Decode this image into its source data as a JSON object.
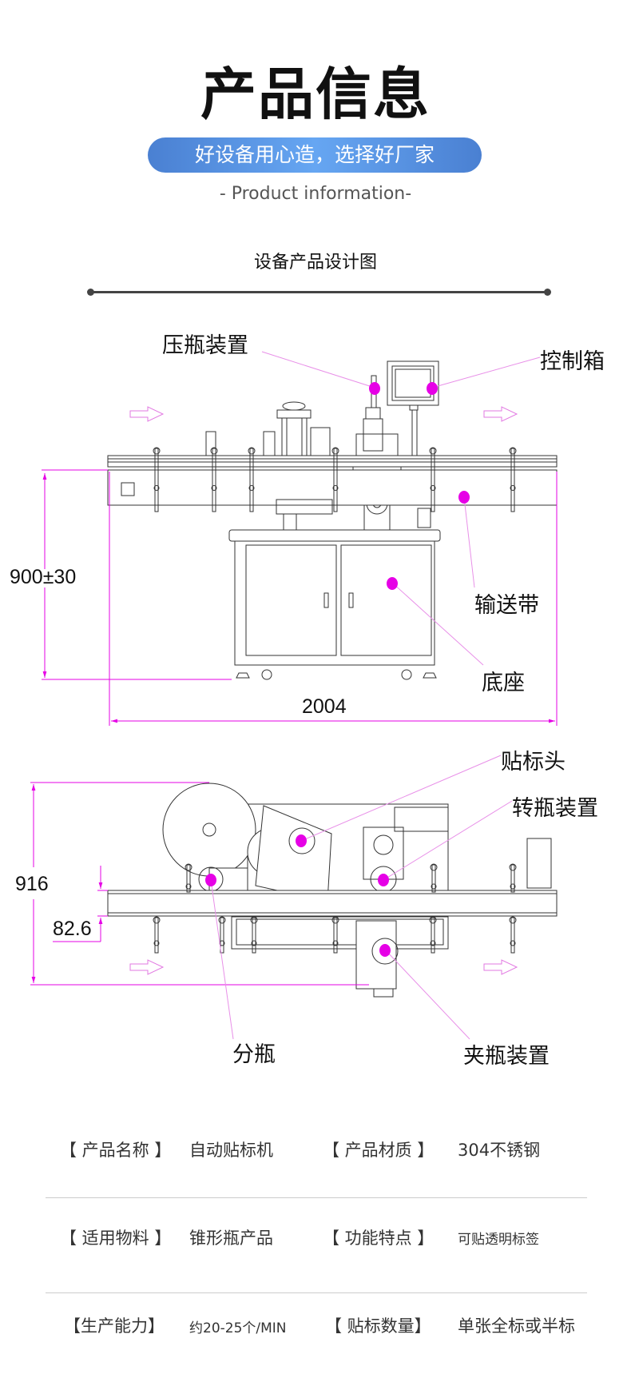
{
  "header": {
    "title": "产品信息",
    "slogan": "好设备用心造，选择好厂家",
    "subtitle": "- Product information-",
    "section_title": "设备产品设计图"
  },
  "front_view": {
    "labels": {
      "press_bottle": "压瓶装置",
      "control_box": "控制箱",
      "conveyor": "输送带",
      "base": "底座"
    },
    "dimensions": {
      "height": "900±30",
      "length": "2004"
    }
  },
  "top_view": {
    "labels": {
      "labeling_head": "贴标头",
      "bottle_rotating": "转瓶装置",
      "bottle_separating": "分瓶",
      "bottle_clamping": "夹瓶装置"
    },
    "dimensions": {
      "width": "916",
      "offset": "82.6"
    }
  },
  "specs": [
    {
      "label": "【 产品名称 】",
      "value": "自动贴标机"
    },
    {
      "label": "【 产品材质 】",
      "value": "304不锈钢"
    },
    {
      "label": "【 适用物料 】",
      "value": "锥形瓶产品"
    },
    {
      "label": "【 功能特点 】",
      "value": "可贴透明标签"
    },
    {
      "label": "【生产能力】",
      "value": "约20-25个/MIN"
    },
    {
      "label": "【 贴标数量】",
      "value": "单张全标或半标"
    }
  ],
  "colors": {
    "accent": "#e600e6",
    "leader": "#e890e8",
    "pill": "#4a80d2"
  }
}
